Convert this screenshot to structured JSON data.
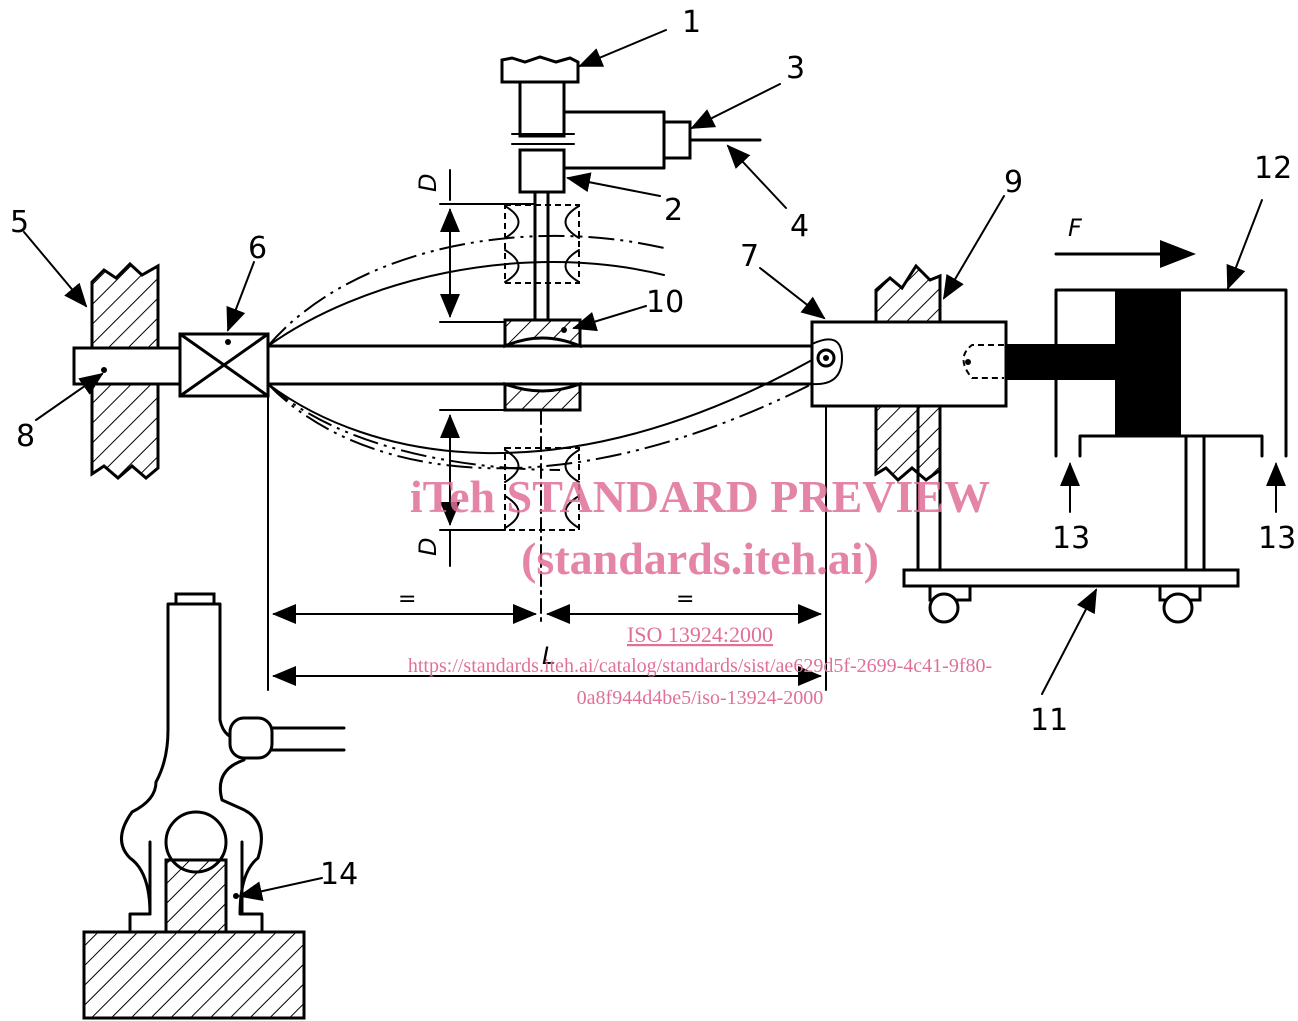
{
  "labels": {
    "l1": "1",
    "l2": "2",
    "l3": "3",
    "l4": "4",
    "l5": "5",
    "l6": "6",
    "l7": "7",
    "l8": "8",
    "l9": "9",
    "l10": "10",
    "l11": "11",
    "l12": "12",
    "l13a": "13",
    "l13b": "13",
    "l14": "14"
  },
  "dimensions": {
    "d_top": "D",
    "d_bottom": "D",
    "half_left": "=",
    "half_right": "=",
    "length": "L",
    "force": "F"
  },
  "watermark": {
    "title": "iTeh STANDARD PREVIEW",
    "site": "(standards.iteh.ai)",
    "std": "ISO 13924:2000",
    "url1": "https://standards.iteh.ai/catalog/standards/sist/ae629d5f-2699-4c41-9f80-",
    "url2": "0a8f944d4be5/iso-13924-2000"
  },
  "colors": {
    "line": "#000000",
    "watermark": "#e0709a"
  }
}
